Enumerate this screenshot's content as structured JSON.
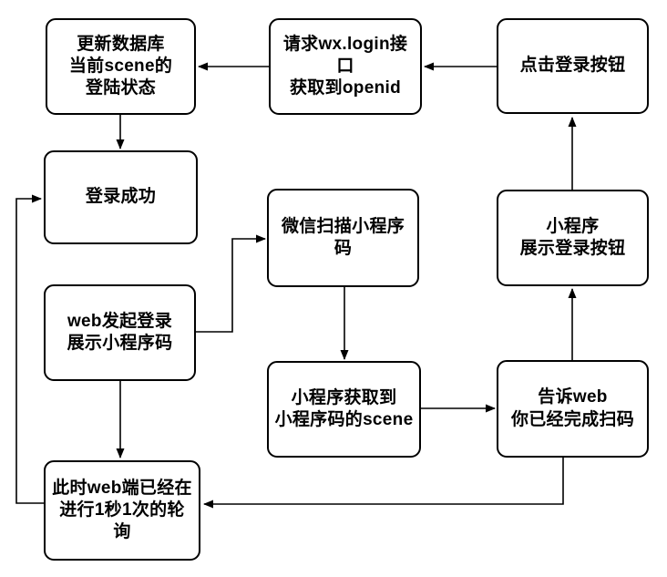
{
  "diagram": {
    "title": "wechat-miniprogram-scan-login-flow",
    "background_color": "#ffffff",
    "line_color": "#000000",
    "text_color": "#000000",
    "nodes": [
      {
        "id": "update-db",
        "label": "更新数据库\n当前scene的\n登陆状态"
      },
      {
        "id": "wx-login",
        "label": "请求wx.login接口\n获取到openid"
      },
      {
        "id": "click-login",
        "label": "点击登录按钮"
      },
      {
        "id": "login-success",
        "label": "登录成功"
      },
      {
        "id": "wechat-scan",
        "label": "微信扫描小程序码"
      },
      {
        "id": "mini-show-btn",
        "label": "小程序\n展示登录按钮"
      },
      {
        "id": "web-initiate",
        "label": "web发起登录\n展示小程序码"
      },
      {
        "id": "mini-get-scene",
        "label": "小程序获取到\n小程序码的scene"
      },
      {
        "id": "tell-web",
        "label": "告诉web\n你已经完成扫码"
      },
      {
        "id": "web-polling",
        "label": "此时web端已经在\n进行1秒1次的轮询"
      }
    ],
    "edges": [
      {
        "from": "wx-login",
        "to": "update-db"
      },
      {
        "from": "click-login",
        "to": "wx-login"
      },
      {
        "from": "update-db",
        "to": "login-success"
      },
      {
        "from": "web-initiate",
        "to": "wechat-scan"
      },
      {
        "from": "wechat-scan",
        "to": "mini-get-scene"
      },
      {
        "from": "mini-get-scene",
        "to": "tell-web"
      },
      {
        "from": "tell-web",
        "to": "mini-show-btn"
      },
      {
        "from": "mini-show-btn",
        "to": "click-login"
      },
      {
        "from": "web-initiate",
        "to": "web-polling"
      },
      {
        "from": "tell-web",
        "to": "web-polling"
      },
      {
        "from": "web-polling",
        "to": "login-success"
      }
    ]
  }
}
